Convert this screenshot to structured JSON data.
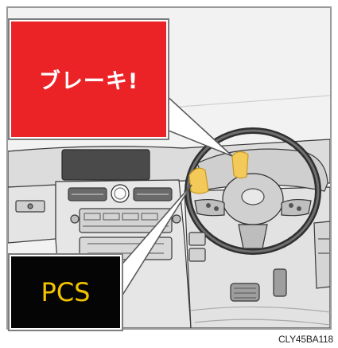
{
  "figure": {
    "brake_warning_text": "ブレーキ!",
    "pcs_indicator_text": "PCS",
    "figure_code": "CLY45BA118",
    "colors": {
      "brake_background": "#ec2326",
      "brake_text": "#ffffff",
      "pcs_background": "#050505",
      "pcs_text": "#f2c400",
      "highlight": "#f3c95a"
    }
  }
}
